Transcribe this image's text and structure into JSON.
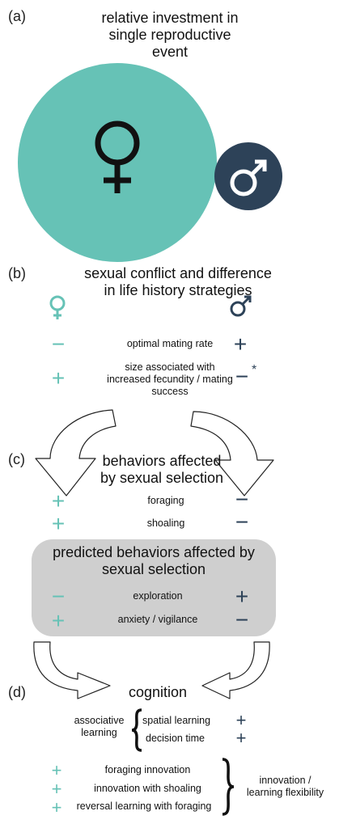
{
  "colors": {
    "female": "#66c2b6",
    "male": "#2d4258",
    "box": "#cfcfcf"
  },
  "panel_a": {
    "label": "(a)",
    "title_lines": [
      "relative investment in",
      "single reproductive",
      "event"
    ],
    "female_icon": "female-symbol-icon",
    "male_icon": "male-symbol-icon"
  },
  "panel_b": {
    "label": "(b)",
    "title_lines": [
      "sexual conflict and difference",
      "in life history strategies"
    ],
    "rows": [
      {
        "female": "−",
        "text_lines": [
          "optimal mating rate"
        ],
        "male": "+",
        "note": ""
      },
      {
        "female": "+",
        "text_lines": [
          "size associated with",
          "increased fecundity / mating",
          "success"
        ],
        "male": "−",
        "note": "*"
      }
    ]
  },
  "panel_c": {
    "label": "(c)",
    "title_lines": [
      "behaviors affected",
      "by sexual selection"
    ],
    "rows": [
      {
        "female": "+",
        "text": "foraging",
        "male": "−"
      },
      {
        "female": "+",
        "text": "shoaling",
        "male": "−"
      }
    ],
    "predicted": {
      "title_lines": [
        "predicted behaviors affected by",
        "sexual selection"
      ],
      "rows": [
        {
          "female": "−",
          "text": "exploration",
          "male": "+"
        },
        {
          "female": "+",
          "text": "anxiety / vigilance",
          "male": "−"
        }
      ]
    }
  },
  "panel_d": {
    "label": "(d)",
    "title": "cognition",
    "associative": {
      "label_lines": [
        "associative",
        "learning"
      ],
      "items": [
        {
          "text": "spatial learning",
          "male": "+"
        },
        {
          "text": "decision time",
          "male": "+"
        }
      ]
    },
    "innovation": {
      "items": [
        {
          "female": "+",
          "text": "foraging innovation"
        },
        {
          "female": "+",
          "text": "innovation with shoaling"
        },
        {
          "female": "+",
          "text": "reversal learning with foraging"
        }
      ],
      "label_lines": [
        "innovation /",
        "learning flexibility"
      ]
    }
  }
}
